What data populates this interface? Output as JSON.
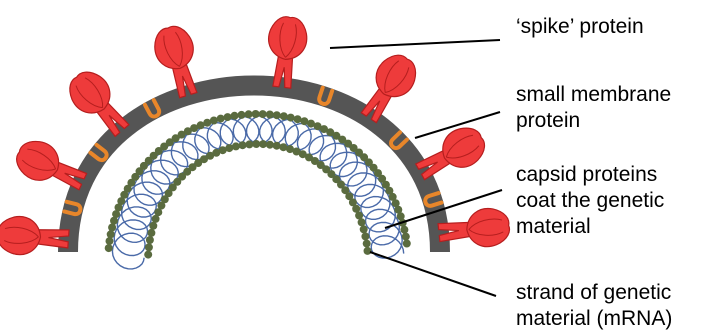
{
  "labels": {
    "spike": [
      "‘spike’ protein"
    ],
    "membrane": [
      "small membrane",
      "protein"
    ],
    "capsid": [
      "capsid proteins",
      "coat the genetic",
      "material"
    ],
    "strand": [
      "strand of genetic",
      "material (mRNA)"
    ]
  },
  "colors": {
    "envelope": "#555555",
    "envelope_outline": "#2b2b2b",
    "spike": "#ee3b3b",
    "spike_outline": "#b51e1e",
    "membrane_protein": "#e8862a",
    "capsid": "#5a6b3f",
    "rna": "#4a6aa8",
    "leader": "#000000"
  },
  "icons": {
    "spike": "spike-protein-icon",
    "membrane": "membrane-protein-icon",
    "capsid": "capsid-protein-bead",
    "rna": "rna-coil"
  }
}
